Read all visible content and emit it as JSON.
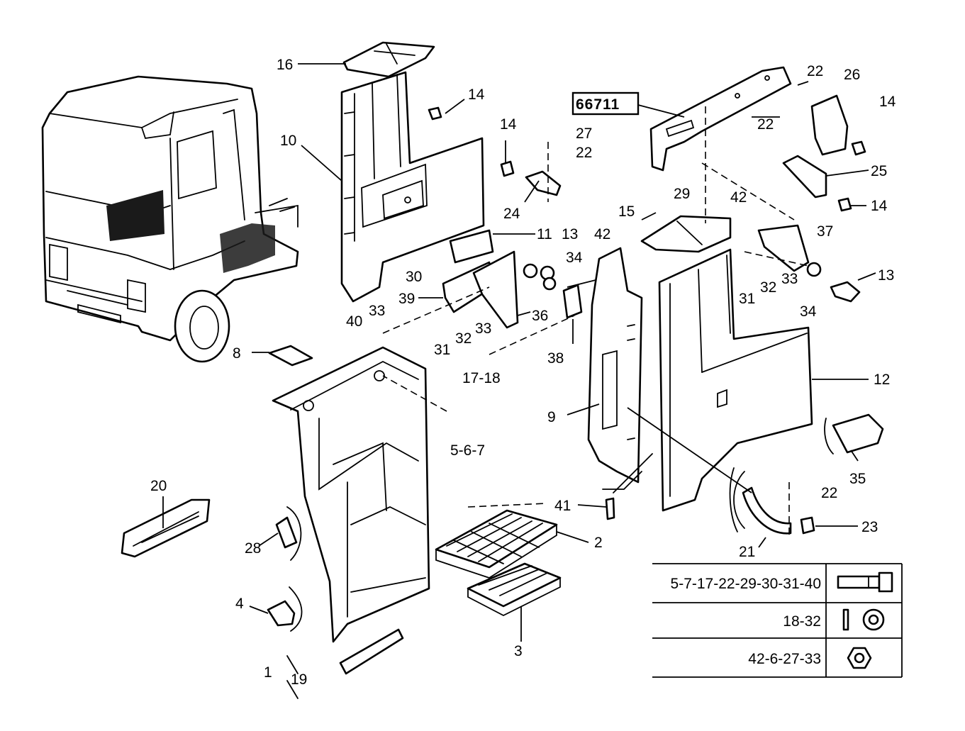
{
  "diagram": {
    "ref_box": "66711",
    "labels": {
      "l1": "1",
      "l2": "2",
      "l3": "3",
      "l4": "4",
      "l8": "8",
      "l9": "9",
      "l10": "10",
      "l11": "11",
      "l12": "12",
      "l13a": "13",
      "l13b": "13",
      "l14a": "14",
      "l14b": "14",
      "l14c": "14",
      "l14d": "14",
      "l15": "15",
      "l16": "16",
      "l17_18": "17-18",
      "l19": "19",
      "l20": "20",
      "l21": "21",
      "l22a": "22",
      "l22b": "22",
      "l22c": "22",
      "l22d": "22",
      "l23": "23",
      "l24": "24",
      "l25": "25",
      "l26": "26",
      "l27": "27",
      "l28": "28",
      "l29": "29",
      "l30": "30",
      "l31a": "31",
      "l31b": "31",
      "l32a": "32",
      "l32b": "32",
      "l33a": "33",
      "l33b": "33",
      "l33c": "33",
      "l34a": "34",
      "l34b": "34",
      "l35": "35",
      "l36": "36",
      "l37": "37",
      "l38": "38",
      "l39": "39",
      "l40": "40",
      "l41": "41",
      "l42a": "42",
      "l42b": "42",
      "l5_6_7": "5-6-7"
    },
    "legend": [
      {
        "codes": "5-7-17-22-29-30-31-40",
        "icon": "bolt-icon"
      },
      {
        "codes": "18-32",
        "icon": "washer-icon"
      },
      {
        "codes": "42-6-27-33",
        "icon": "hex-nut-icon"
      }
    ]
  }
}
